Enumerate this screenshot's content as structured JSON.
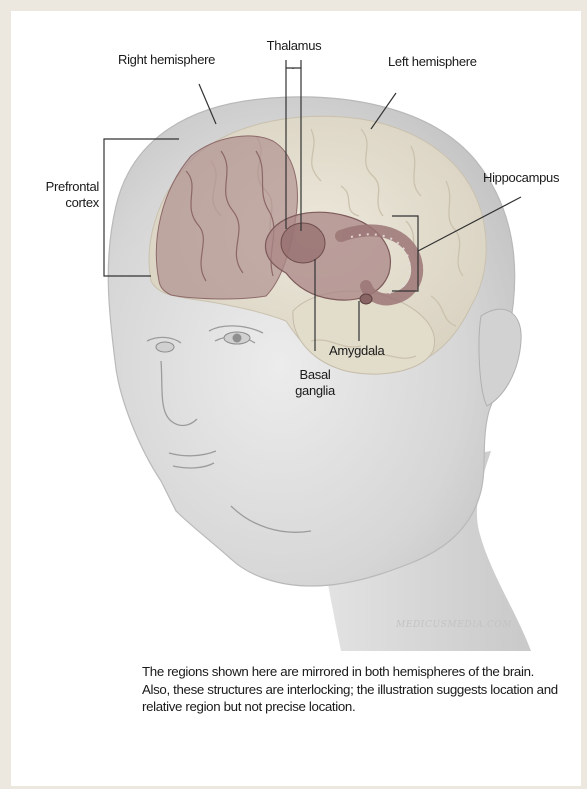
{
  "labels": {
    "right_hemisphere": "Right hemisphere",
    "thalamus": "Thalamus",
    "left_hemisphere": "Left hemisphere",
    "hippocampus": "Hippocampus",
    "prefrontal_cortex_line1": "Prefrontal",
    "prefrontal_cortex_line2": "cortex",
    "amygdala": "Amygdala",
    "basal_ganglia_line1": "Basal",
    "basal_ganglia_line2": "ganglia"
  },
  "watermark": "MEDICUSMEDIA.COM",
  "caption": "The regions shown here are mirrored in both hemispheres of the brain. Also, these structures are interlocking; the illustration suggests location and relative region but not precise location.",
  "colors": {
    "page_background": "#ece8df",
    "panel_background": "#ffffff",
    "skin": "#dcdcdc",
    "brain": "#e6e1d3",
    "highlight_regions": "#a98585",
    "leader_lines": "#333333"
  }
}
